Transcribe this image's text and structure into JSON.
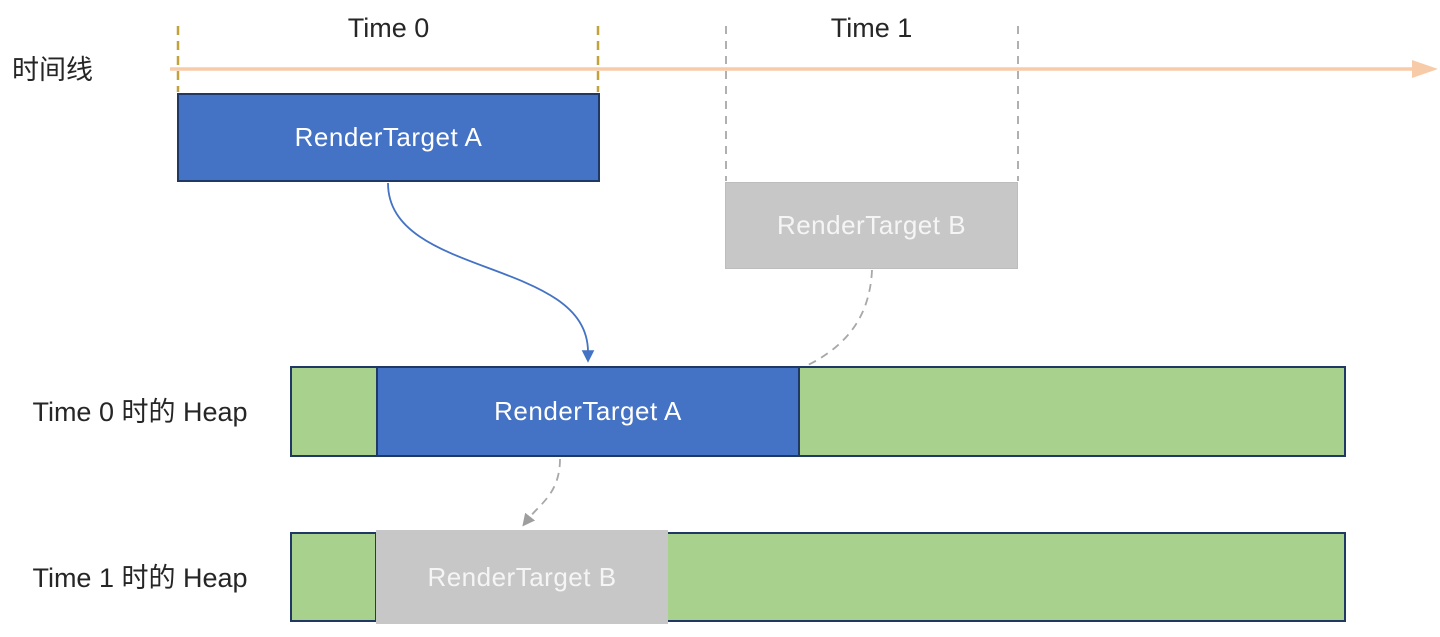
{
  "timeline": {
    "axis_label": "时间线",
    "time0_label": "Time 0",
    "time1_label": "Time 1",
    "render_target_a_label": "RenderTarget A",
    "render_target_b_label": "RenderTarget B"
  },
  "heaps": [
    {
      "label": "Time 0 时的 Heap",
      "block_label": "RenderTarget A"
    },
    {
      "label": "Time 1 时的 Heap",
      "block_label": "RenderTarget B"
    }
  ],
  "colors": {
    "accent_blue": "#4472C4",
    "border_navy": "#1F3864",
    "heap_green": "#A9D18E",
    "gray_block": "#C7C7C7",
    "gray_dash": "#A8A8A8",
    "timeline_peach": "#F7CBA8",
    "gold_dash": "#C2A23B",
    "text_dark": "#262626",
    "text_light": "#F5F5F5"
  }
}
